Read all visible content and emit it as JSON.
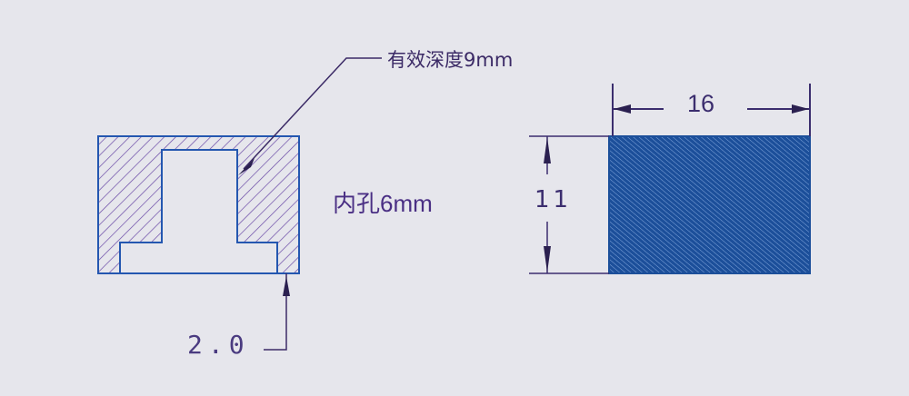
{
  "section_view": {
    "thread_callout": "有效深度9mm",
    "bore_note": "内孔6mm",
    "bottom_dimension": "2.0"
  },
  "outer_view": {
    "width_dimension": "16",
    "height_dimension": "11"
  },
  "colors": {
    "background": "#e6e6ec",
    "outline": "#2457b0",
    "hatch": "#6a4aa6",
    "fill": "#1c4f9a",
    "dimension_line": "#3b2d6e"
  }
}
